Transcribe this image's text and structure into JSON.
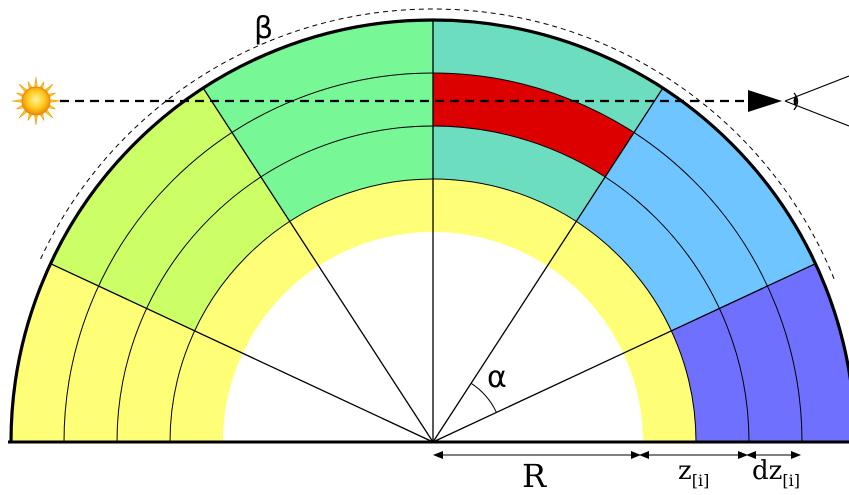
{
  "colors": {
    "yellow": "#ffff77",
    "lime": "#ccff66",
    "green": "#77f796",
    "teal": "#6dddbf",
    "red": "#dd0000",
    "blue": "#6ec5ff",
    "violet": "#7070ff",
    "white": "#ffffff",
    "line": "#000000"
  },
  "icons": {
    "sun": "sun-icon",
    "observer": "eye-icon"
  },
  "labels": {
    "beta": "β",
    "alpha": "α",
    "radius": "R",
    "z_base": "z",
    "z_sub": "[i]",
    "dz_base": "dz",
    "dz_sub": "[i]"
  }
}
